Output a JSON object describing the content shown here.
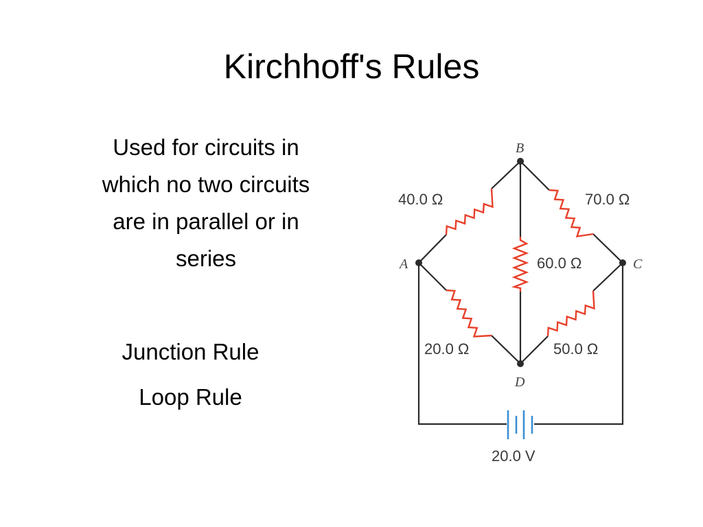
{
  "slide": {
    "title": "Kirchhoff's Rules",
    "description_lines": [
      "Used for circuits in",
      "which no two circuits",
      "are in parallel or in",
      "series"
    ],
    "rules": [
      "Junction Rule",
      "Loop Rule"
    ]
  },
  "circuit": {
    "nodes": {
      "a": "A",
      "b": "B",
      "c": "C",
      "d": "D"
    },
    "resistors": {
      "ab": "40.0 Ω",
      "bc": "70.0 Ω",
      "bd": "60.0 Ω",
      "ad": "20.0 Ω",
      "dc": "50.0 Ω"
    },
    "battery": "20.0 V",
    "colors": {
      "wire": "#2b2b2b",
      "resistor": "#e8402a",
      "battery": "#3a8fd6",
      "label": "#444444"
    }
  }
}
